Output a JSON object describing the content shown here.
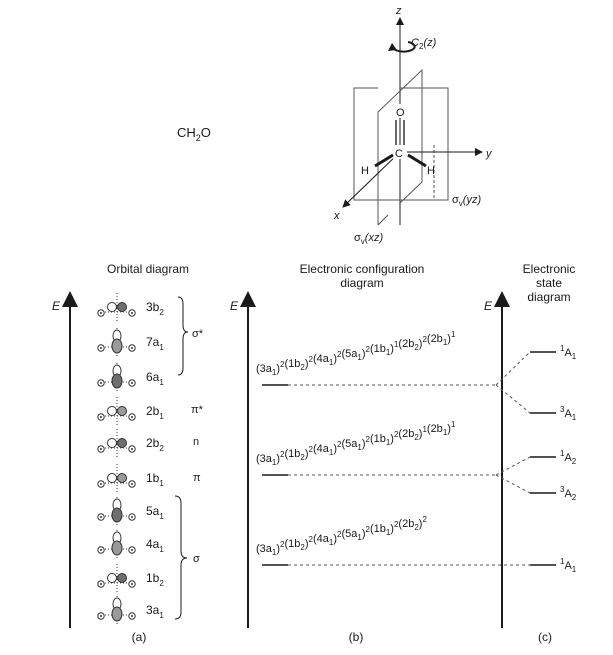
{
  "molecule": {
    "formula": "CH",
    "sub": "2",
    "tail": "O"
  },
  "symmetry": {
    "axis_z": "z",
    "axis_y": "y",
    "axis_x": "x",
    "c2_label": "C",
    "c2_sub": "2",
    "c2_axis": "(z)",
    "plane_yz_sym": "σ",
    "plane_yz_sub": "v",
    "plane_yz_axis": "(yz)",
    "plane_xz_sym": "σ",
    "plane_xz_sub": "v",
    "plane_xz_axis": "(xz)",
    "atom_o": "O",
    "atom_c": "C",
    "atom_h_left": "H",
    "atom_h_right": "H"
  },
  "headers": {
    "orbital": "Orbital diagram",
    "config_line1": "Electronic configuration",
    "config_line2": "diagram",
    "state_line1": "Electronic",
    "state_line2": "state",
    "state_line3": "diagram"
  },
  "energy_label": "E",
  "panels": {
    "a": "(a)",
    "b": "(b)",
    "c": "(c)"
  },
  "orbitals": [
    {
      "num": "3",
      "letter": "b",
      "sub": "2"
    },
    {
      "num": "7",
      "letter": "a",
      "sub": "1"
    },
    {
      "num": "6",
      "letter": "a",
      "sub": "1"
    },
    {
      "num": "2",
      "letter": "b",
      "sub": "1"
    },
    {
      "num": "2",
      "letter": "b",
      "sub": "2"
    },
    {
      "num": "1",
      "letter": "b",
      "sub": "1"
    },
    {
      "num": "5",
      "letter": "a",
      "sub": "1"
    },
    {
      "num": "4",
      "letter": "a",
      "sub": "1"
    },
    {
      "num": "1",
      "letter": "b",
      "sub": "2"
    },
    {
      "num": "3",
      "letter": "a",
      "sub": "1"
    }
  ],
  "orbital_groups": {
    "sigma_star": "σ*",
    "pi_star": "π*",
    "n": "n",
    "pi": "π",
    "sigma": "σ"
  },
  "configurations": {
    "c1": [
      [
        "3a",
        "1",
        "2"
      ],
      [
        "1b",
        "2",
        "2"
      ],
      [
        "4a",
        "1",
        "2"
      ],
      [
        "5a",
        "1",
        "2"
      ],
      [
        "1b",
        "1",
        "1"
      ],
      [
        "2b",
        "2",
        "2"
      ],
      [
        "2b",
        "1",
        "1"
      ]
    ],
    "c2": [
      [
        "3a",
        "1",
        "2"
      ],
      [
        "1b",
        "2",
        "2"
      ],
      [
        "4a",
        "1",
        "2"
      ],
      [
        "5a",
        "1",
        "2"
      ],
      [
        "1b",
        "1",
        "2"
      ],
      [
        "2b",
        "2",
        "1"
      ],
      [
        "2b",
        "1",
        "1"
      ]
    ],
    "c3": [
      [
        "3a",
        "1",
        "2"
      ],
      [
        "1b",
        "2",
        "2"
      ],
      [
        "4a",
        "1",
        "2"
      ],
      [
        "5a",
        "1",
        "2"
      ],
      [
        "1b",
        "1",
        "2"
      ],
      [
        "2b",
        "2",
        "2"
      ]
    ]
  },
  "states": [
    {
      "mult": "1",
      "letter": "A",
      "sub": "1"
    },
    {
      "mult": "3",
      "letter": "A",
      "sub": "1"
    },
    {
      "mult": "1",
      "letter": "A",
      "sub": "2"
    },
    {
      "mult": "3",
      "letter": "A",
      "sub": "2"
    },
    {
      "mult": "1",
      "letter": "A",
      "sub": "1"
    }
  ]
}
